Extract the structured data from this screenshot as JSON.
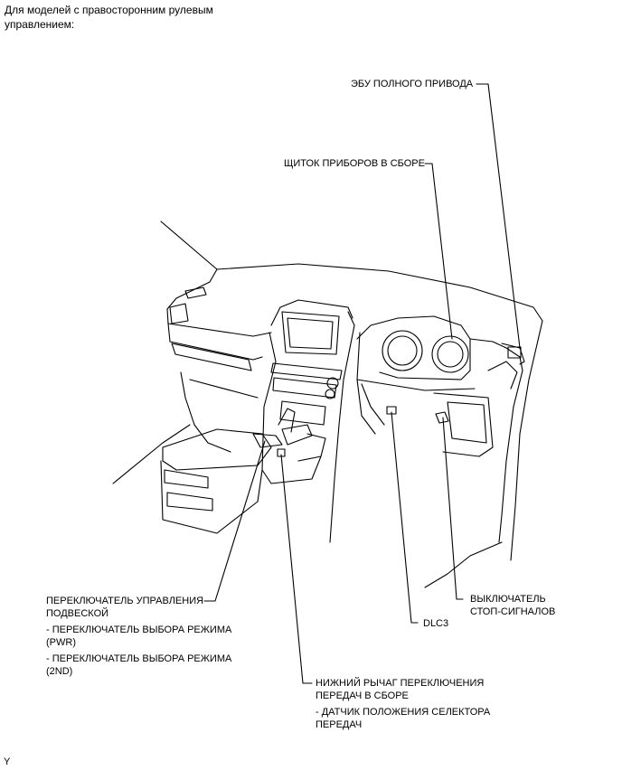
{
  "header": {
    "line1": "Для моделей с правосторонним рулевым",
    "line2": "управлением:"
  },
  "labels": {
    "awd_ecu": "ЭБУ ПОЛНОГО ПРИВОДА",
    "combination_meter": "ЩИТОК ПРИБОРОВ В СБОРЕ",
    "suspension_switch_1": "ПЕРЕКЛЮЧАТЕЛЬ УПРАВЛЕНИЯ",
    "suspension_switch_2": "ПОДВЕСКОЙ",
    "pwr_switch_1": "- ПЕРЕКЛЮЧАТЕЛЬ ВЫБОРА РЕЖИМА",
    "pwr_switch_2": "(PWR)",
    "second_switch_1": "- ПЕРЕКЛЮЧАТЕЛЬ ВЫБОРА РЕЖИМА",
    "second_switch_2": "(2ND)",
    "dlc3": "DLC3",
    "stop_lamp_switch_1": "ВЫКЛЮЧАТЕЛЬ",
    "stop_lamp_switch_2": "СТОП-СИГНАЛОВ",
    "shift_lever_1": "НИЖНИЙ РЫЧАГ ПЕРЕКЛЮЧЕНИЯ",
    "shift_lever_2": "ПЕРЕДАЧ В СБОРЕ",
    "shift_sensor_1": "- ДАТЧИК ПОЛОЖЕНИЯ СЕЛЕКТОРА",
    "shift_sensor_2": "ПЕРЕДАЧ"
  },
  "footer_code": "Y"
}
